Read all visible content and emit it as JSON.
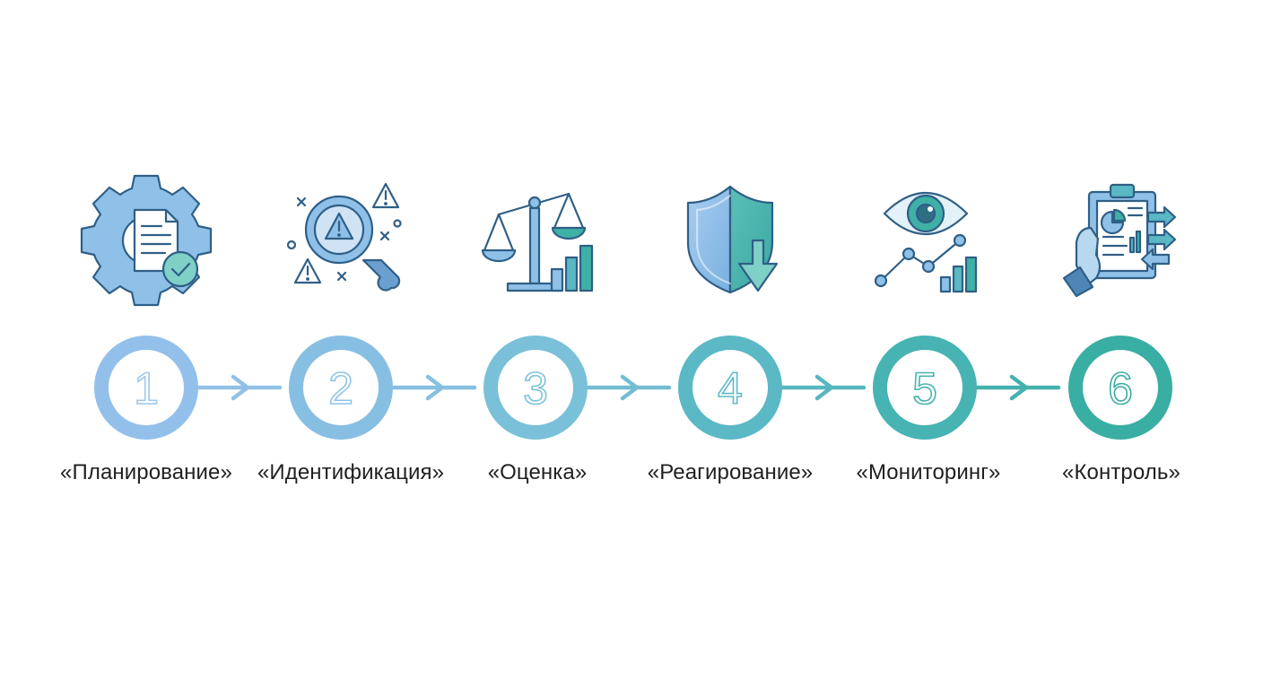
{
  "steps": [
    {
      "number": "1",
      "label": "«Планирование»",
      "icon": "gear-document-check-icon",
      "color": "#8fbde6"
    },
    {
      "number": "2",
      "label": "«Идентификация»",
      "icon": "magnifier-warning-icon",
      "color": "#86bde2"
    },
    {
      "number": "3",
      "label": "«Оценка»",
      "icon": "scales-chart-icon",
      "color": "#7cc0d8"
    },
    {
      "number": "4",
      "label": "«Реагирование»",
      "icon": "shield-arrow-down-icon",
      "color": "#5ab8c4"
    },
    {
      "number": "5",
      "label": "«Мониторинг»",
      "icon": "eye-trend-chart-icon",
      "color": "#47b3b2"
    },
    {
      "number": "6",
      "label": "«Контроль»",
      "icon": "hand-clipboard-report-icon",
      "color": "#3aaea3"
    }
  ],
  "colors": {
    "start": "#8fbde6",
    "end": "#3aaea3",
    "icon_stroke": "#2f5f86",
    "icon_fill_blue": "#8fc0e8",
    "icon_fill_teal": "#4fb7b0"
  }
}
